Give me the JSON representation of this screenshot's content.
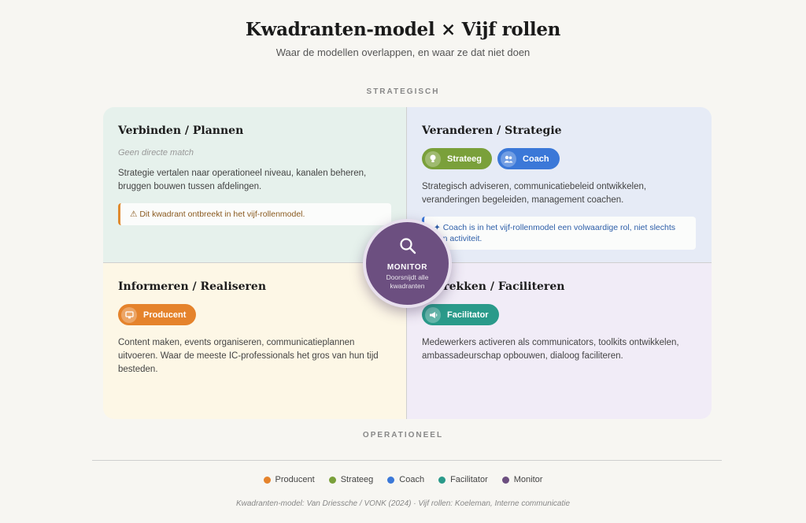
{
  "header": {
    "title": "Kwadranten-model × Vijf rollen",
    "subtitle": "Waar de modellen overlappen, en waar ze dat niet doen"
  },
  "axes": {
    "top": "STRATEGISCH",
    "bottom": "OPERATIONEEL"
  },
  "quadrants": {
    "top_left": {
      "title": "Verbinden / Plannen",
      "no_match": "Geen directe match",
      "description": "Strategie vertalen naar operationeel niveau, kanalen beheren, bruggen bouwen tussen afdelingen.",
      "callout": "⚠ Dit kwadrant ontbreekt in het vijf-rollenmodel."
    },
    "top_right": {
      "title": "Veranderen / Strategie",
      "chips": [
        {
          "label": "Strateeg",
          "color": "#7aa03a",
          "icon": "lightbulb-icon"
        },
        {
          "label": "Coach",
          "color": "#3b78d8",
          "icon": "people-icon"
        }
      ],
      "description": "Strategisch adviseren, communicatiebeleid ontwikkelen, veranderingen begeleiden, management coachen.",
      "callout": "✦ Coach is in het vijf-rollenmodel een volwaardige rol, niet slechts een activiteit."
    },
    "bottom_left": {
      "title": "Informeren / Realiseren",
      "chips": [
        {
          "label": "Producent",
          "color": "#e5832c",
          "icon": "monitor-screen-icon"
        }
      ],
      "description": "Content maken, events organiseren, communicatieplannen uitvoeren. Waar de meeste IC-professionals het gros van hun tijd besteden."
    },
    "bottom_right": {
      "title": "Betrekken / Faciliteren",
      "chips": [
        {
          "label": "Facilitator",
          "color": "#2a9a8a",
          "icon": "megaphone-icon"
        }
      ],
      "description": "Medewerkers activeren als communicators, toolkits ontwikkelen, ambassadeurschap opbouwen, dialoog faciliteren."
    }
  },
  "monitor": {
    "title": "MONITOR",
    "subtitle": "Doorsnijdt alle kwadranten",
    "color": "#6c4f80",
    "icon": "search-icon"
  },
  "legend": [
    {
      "label": "Producent",
      "color": "#e5832c"
    },
    {
      "label": "Strateeg",
      "color": "#7aa03a"
    },
    {
      "label": "Coach",
      "color": "#3b78d8"
    },
    {
      "label": "Facilitator",
      "color": "#2a9a8a"
    },
    {
      "label": "Monitor",
      "color": "#6c4f80"
    }
  ],
  "source": "Kwadranten-model: Van Driessche / VONK (2024) · Vijf rollen: Koeleman, Interne communicatie"
}
